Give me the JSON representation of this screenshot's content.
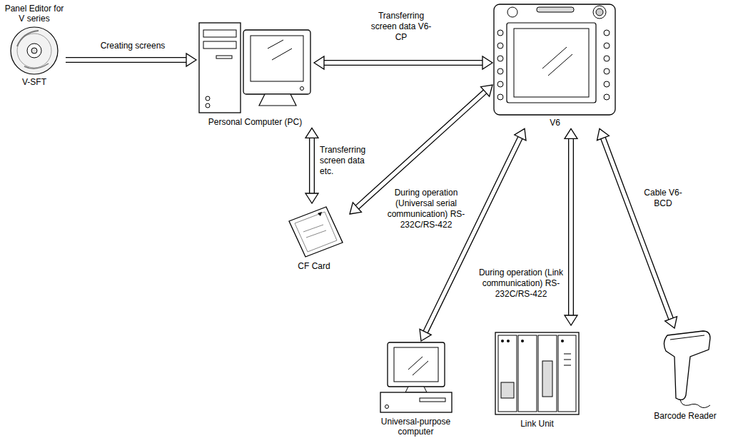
{
  "diagram": {
    "nodes": [
      {
        "text": [
          "Panel Editor for V series",
          "V-SFT"
        ]
      },
      {
        "text": [
          "Personal Computer (PC)"
        ]
      },
      {
        "text": [
          "V6"
        ]
      },
      {
        "text": [
          "CF Card"
        ]
      },
      {
        "text": [
          "Universal-purpose computer"
        ]
      },
      {
        "text": [
          "Link Unit"
        ]
      },
      {
        "text": [
          "Barcode Reader"
        ]
      }
    ],
    "edges": [
      {
        "from": 0,
        "to": 1,
        "arrow": "to",
        "label": "Creating screens"
      },
      {
        "from": 1,
        "to": 2,
        "arrow": "both",
        "label": "Transferring screen data V6-CP"
      },
      {
        "from": 1,
        "to": 3,
        "arrow": "both",
        "label": "Transferring screen data etc."
      },
      {
        "from": 3,
        "to": 2,
        "arrow": "both"
      },
      {
        "from": 2,
        "to": 4,
        "arrow": "both",
        "label": "During operation (Universal serial communication) RS-232C/RS-422"
      },
      {
        "from": 2,
        "to": 5,
        "arrow": "both",
        "label": "During operation (Link communication) RS-232C/RS-422"
      },
      {
        "from": 2,
        "to": 6,
        "arrow": "both",
        "label": "Cable V6-BCD"
      }
    ]
  }
}
